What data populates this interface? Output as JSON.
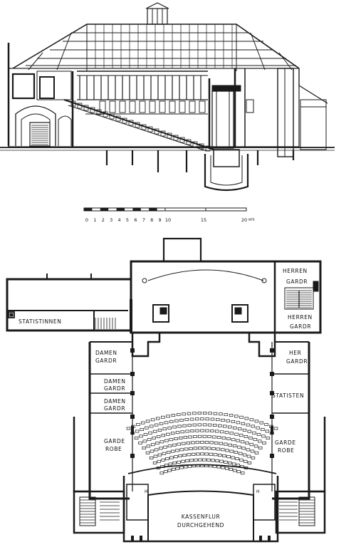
{
  "scale": {
    "ticks": [
      "0",
      "1",
      "2",
      "3",
      "4",
      "5",
      "6",
      "7",
      "8",
      "9",
      "10"
    ],
    "mark15": "15",
    "mark20": "20",
    "unit": "MTR"
  },
  "labels": {
    "herren_1_a": "HERREN",
    "herren_1_b": "GARDR",
    "herren_2_a": "HERREN",
    "herren_2_b": "GARDR",
    "her_a": "HER",
    "her_b": "GARDR",
    "statisten": "STATISTEN",
    "statistinnen": "STATISTINNEN",
    "damen_1_a": "DAMEN",
    "damen_1_b": "GARDR",
    "damen_2_a": "DAMEN",
    "damen_2_b": "GARDR",
    "damen_3_a": "DAMEN",
    "damen_3_b": "GARDR",
    "garde_l_a": "GARDE",
    "garde_l_b": "ROBE",
    "garde_r_a": "GARDE",
    "garde_r_b": "ROBE",
    "kassen_a": "KASSENFLUR",
    "kassen_b": "DURCHGEHEND"
  },
  "colors": {
    "ink": "#1a1a1a",
    "paper": "#ffffff"
  }
}
